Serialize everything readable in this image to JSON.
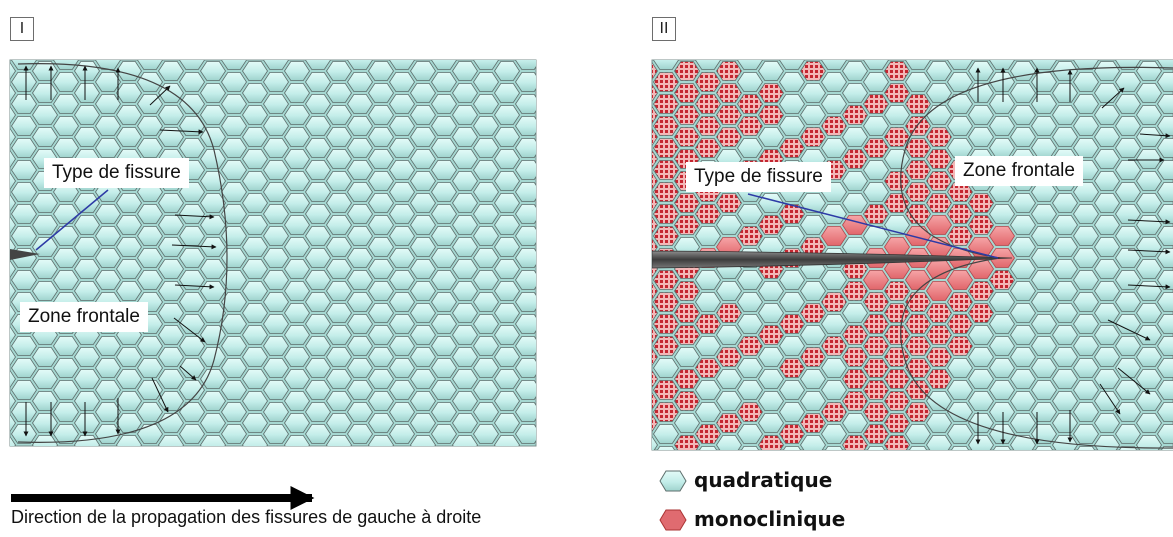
{
  "panels": {
    "panel_1": {
      "tag": "I",
      "crack_label": "Type de fissure",
      "zone_label": "Zone frontale"
    },
    "panel_2": {
      "tag": "II",
      "crack_label": "Type de fissure",
      "zone_label": "Zone frontale"
    }
  },
  "legend": {
    "tetragonal": {
      "label": "quadratique",
      "color": "#bfeeea"
    },
    "monoclinic": {
      "label": "monoclinique",
      "color": "#f07a7a"
    }
  },
  "direction": {
    "label": "Direction de la propagation des fissures de gauche à droite"
  },
  "colors": {
    "background_fill": "#a6d8d2",
    "hex_fill": "#c6f0ec",
    "hex_stroke": "#5d6e6c",
    "monoclinic_fill": "#e9868a",
    "monoclinic_hatch": "#b51e26",
    "crack_color": "#555555",
    "pointer_color": "#2d3aa6"
  }
}
